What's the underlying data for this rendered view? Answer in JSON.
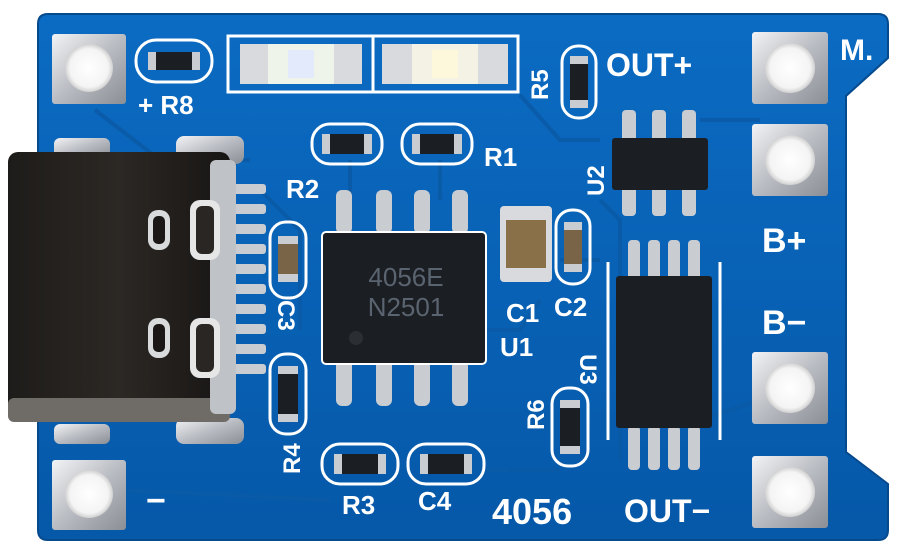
{
  "board": {
    "colors": {
      "pcb": "#0a64b8",
      "pcb_dark": "#064f96",
      "pad": "#c9ccd1",
      "chip": "#1b1e22",
      "silk": "#ffffff"
    },
    "labels": {
      "m": "M.",
      "out_plus": "OUT+",
      "b_plus": "B+",
      "b_minus": "B−",
      "out_minus": "OUT−",
      "minus": "−",
      "plus_r8": "+ R8",
      "r5": "R5",
      "r1": "R1",
      "r2": "R2",
      "u2": "U2",
      "c3": "C3",
      "c1": "C1",
      "c2": "C2",
      "u1": "U1",
      "r6": "R6",
      "u3": "U3",
      "r4": "R4",
      "r3": "R3",
      "c4": "C4",
      "model": "4056"
    },
    "chip_u1": {
      "line1": "4056E",
      "line2": "N2501"
    },
    "connector": "usb-type-c-connector"
  }
}
